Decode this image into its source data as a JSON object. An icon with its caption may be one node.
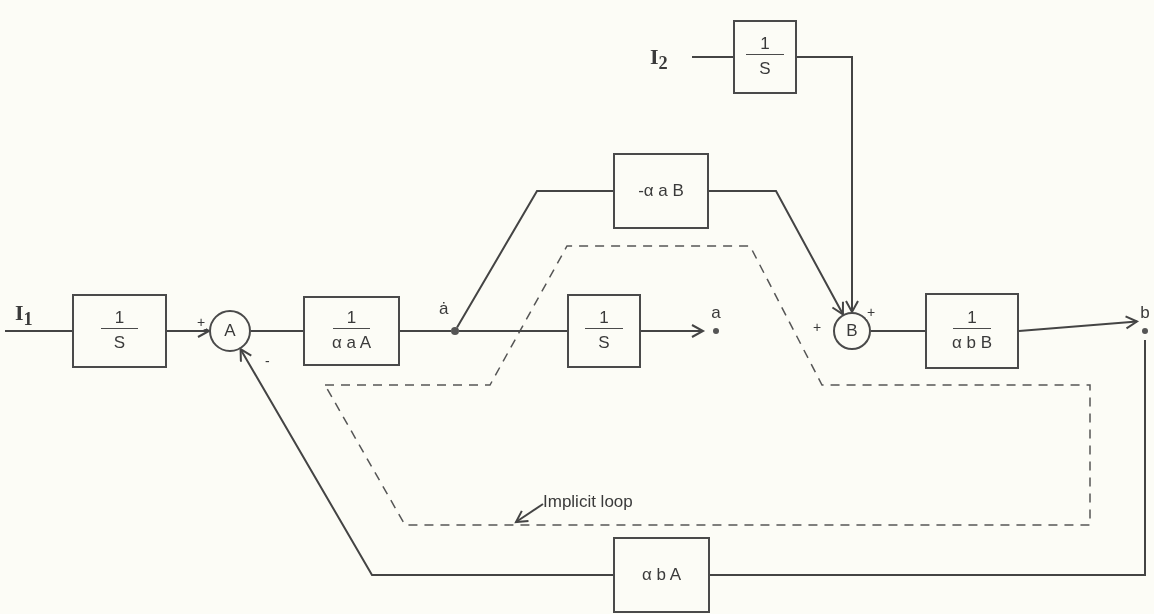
{
  "diagram": {
    "nodes": [
      {
        "text": [
          "I$_{2}$"
        ]
      },
      {
        "text": [
          "1",
          "S"
        ]
      },
      {
        "text": [
          "I$_{1}$"
        ]
      },
      {
        "text": [
          "1",
          "S"
        ]
      },
      {
        "text": [
          "A"
        ]
      },
      {
        "text": [
          "1",
          "α a A"
        ]
      },
      {
        "text": [],
        "shape": "circle",
        "beside": [
          "ȧ"
        ]
      },
      {
        "text": [
          "-α a B"
        ]
      },
      {
        "text": [
          "1",
          "S"
        ]
      },
      {
        "text": [
          "a"
        ]
      },
      {
        "text": [
          "B"
        ]
      },
      {
        "text": [
          "1",
          "α b B"
        ]
      },
      {
        "text": [
          "b"
        ]
      },
      {
        "text": [
          "α b A"
        ]
      },
      {
        "text": [
          "Implicit loop"
        ]
      }
    ],
    "edges": [
      {
        "from": 0,
        "to": 1,
        "arrow": "none"
      },
      {
        "from": 1,
        "to": 10,
        "arrow": "to",
        "label": "+"
      },
      {
        "from": 2,
        "to": 3,
        "arrow": "none"
      },
      {
        "from": 3,
        "to": 4,
        "arrow": "to",
        "label": "+"
      },
      {
        "from": 4,
        "to": 5,
        "arrow": "none"
      },
      {
        "from": 5,
        "to": 6,
        "arrow": "none"
      },
      {
        "from": 6,
        "to": 7,
        "arrow": "none"
      },
      {
        "from": 7,
        "to": 10,
        "arrow": "to",
        "label": "+"
      },
      {
        "from": 6,
        "to": 8,
        "arrow": "none"
      },
      {
        "from": 8,
        "to": 9,
        "arrow": "to"
      },
      {
        "from": 10,
        "to": 11,
        "arrow": "none"
      },
      {
        "from": 11,
        "to": 12,
        "arrow": "to"
      },
      {
        "from": 12,
        "to": 13,
        "arrow": "none"
      },
      {
        "from": 13,
        "to": 4,
        "arrow": "to",
        "label": "-"
      },
      {
        "from": 14,
        "to": null,
        "arrow": "to"
      }
    ]
  }
}
